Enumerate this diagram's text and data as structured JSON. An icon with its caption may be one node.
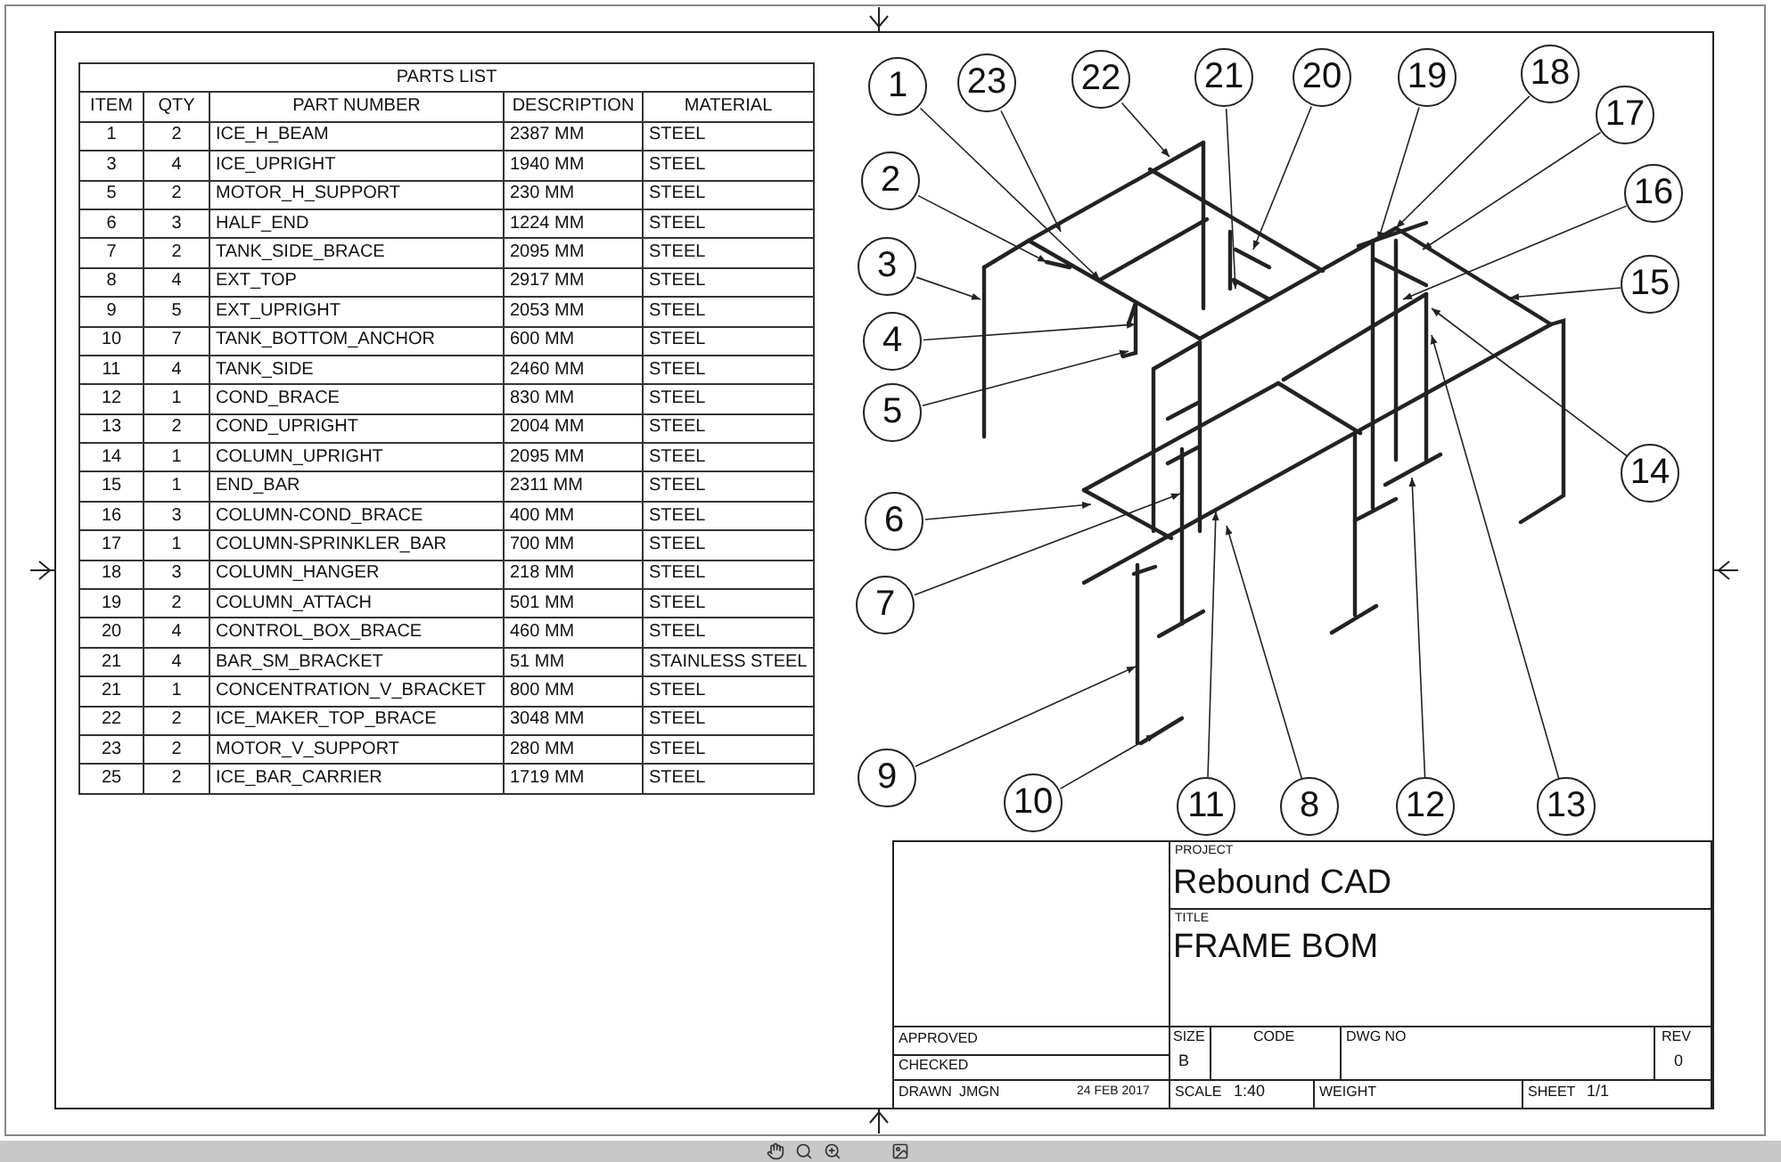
{
  "diagram": {
    "nodes": [
      {
        "text": [
          "1"
        ]
      },
      {
        "text": [
          "23"
        ]
      },
      {
        "text": [
          "22"
        ]
      },
      {
        "text": [
          "21"
        ]
      },
      {
        "text": [
          "20"
        ]
      },
      {
        "text": [
          "19"
        ]
      },
      {
        "text": [
          "18"
        ]
      },
      {
        "text": [
          "17"
        ]
      },
      {
        "text": [
          "2"
        ]
      },
      {
        "text": [
          "16"
        ]
      },
      {
        "text": [
          "3"
        ]
      },
      {
        "text": [
          "15"
        ]
      },
      {
        "text": [
          "4"
        ]
      },
      {
        "text": [
          "5"
        ]
      },
      {
        "text": [
          "14"
        ]
      },
      {
        "text": [
          "6"
        ]
      },
      {
        "text": [
          "7"
        ]
      },
      {
        "text": [
          "9"
        ]
      },
      {
        "text": [
          "10"
        ]
      },
      {
        "text": [
          "11"
        ]
      },
      {
        "text": [
          "8"
        ]
      },
      {
        "text": [
          "12"
        ]
      },
      {
        "text": [
          "13"
        ]
      }
    ],
    "edges": [
      {
        "from": 0,
        "to": null,
        "arrow": "to"
      },
      {
        "from": 1,
        "to": null,
        "arrow": "to"
      },
      {
        "from": 2,
        "to": null,
        "arrow": "to"
      },
      {
        "from": 3,
        "to": null,
        "arrow": "to"
      },
      {
        "from": 4,
        "to": null,
        "arrow": "to"
      },
      {
        "from": 5,
        "to": null,
        "arrow": "to"
      },
      {
        "from": 6,
        "to": null,
        "arrow": "to"
      },
      {
        "from": 7,
        "to": null,
        "arrow": "to"
      },
      {
        "from": 8,
        "to": null,
        "arrow": "to"
      },
      {
        "from": 9,
        "to": null,
        "arrow": "to"
      },
      {
        "from": 10,
        "to": null,
        "arrow": "to"
      },
      {
        "from": 11,
        "to": null,
        "arrow": "to"
      },
      {
        "from": 12,
        "to": null,
        "arrow": "to"
      },
      {
        "from": 13,
        "to": null,
        "arrow": "to"
      },
      {
        "from": 14,
        "to": null,
        "arrow": "to"
      },
      {
        "from": 15,
        "to": null,
        "arrow": "to"
      },
      {
        "from": 16,
        "to": null,
        "arrow": "to"
      },
      {
        "from": 17,
        "to": null,
        "arrow": "to"
      },
      {
        "from": 18,
        "to": null,
        "arrow": "to"
      },
      {
        "from": 19,
        "to": null,
        "arrow": "to"
      },
      {
        "from": 20,
        "to": null,
        "arrow": "to"
      },
      {
        "from": 21,
        "to": null,
        "arrow": "to"
      },
      {
        "from": 22,
        "to": null,
        "arrow": "to"
      }
    ],
    "labels": [
      "PARTS LIST",
      "ITEM",
      "QTY",
      "PART NUMBER",
      "DESCRIPTION",
      "MATERIAL",
      "1",
      "2",
      "ICE_H_BEAM",
      "2387 MM",
      "STEEL",
      "3",
      "4",
      "ICE_UPRIGHT",
      "1940 MM",
      "STEEL",
      "5",
      "2",
      "MOTOR_H_SUPPORT",
      "230 MM",
      "STEEL",
      "6",
      "3",
      "HALF_END",
      "1224 MM",
      "STEEL",
      "7",
      "2",
      "TANK_SIDE_BRACE",
      "2095 MM",
      "STEEL",
      "8",
      "4",
      "EXT_TOP",
      "2917 MM",
      "STEEL",
      "9",
      "5",
      "EXT_UPRIGHT",
      "2053 MM",
      "STEEL",
      "10",
      "7",
      "TANK_BOTTOM_ANCHOR",
      "600 MM",
      "STEEL",
      "11",
      "4",
      "TANK_SIDE",
      "2460 MM",
      "STEEL",
      "12",
      "1",
      "COND_BRACE",
      "830 MM",
      "STEEL",
      "13",
      "2",
      "COND_UPRIGHT",
      "2004 MM",
      "STEEL",
      "14",
      "1",
      "COLUMN_UPRIGHT",
      "2095 MM",
      "STEEL",
      "15",
      "1",
      "END_BAR",
      "2311 MM",
      "STEEL",
      "16",
      "3",
      "COLUMN-COND_BRACE",
      "400 MM",
      "STEEL",
      "17",
      "1",
      "COLUMN-SPRINKLER_BAR",
      "700 MM",
      "STEEL",
      "18",
      "3",
      "COLUMN_HANGER",
      "218 MM",
      "STEEL",
      "19",
      "2",
      "COLUMN_ATTACH",
      "501 MM",
      "STEEL",
      "20",
      "4",
      "CONTROL_BOX_BRACE",
      "460 MM",
      "STEEL",
      "21",
      "4",
      "BAR_SM_BRACKET",
      "51 MM",
      "STAINLESS STEEL",
      "21",
      "1",
      "CONCENTRATION_V_BRACKET",
      "800 MM",
      "STEEL",
      "22",
      "2",
      "ICE_MAKER_TOP_BRACE",
      "3048 MM",
      "STEEL",
      "23",
      "2",
      "MOTOR_V_SUPPORT",
      "280 MM",
      "STEEL",
      "25",
      "2",
      "ICE_BAR_CARRIER",
      "1719 MM",
      "STEEL",
      "PROJECT",
      "Rebound CAD",
      "TITLE",
      "FRAME BOM",
      "APPROVED",
      "SIZE",
      "CODE",
      "DWG NO",
      "REV",
      "CHECKED",
      "B",
      "0",
      "DRAWN",
      "JMGN",
      "24 FEB 2017",
      "SCALE",
      "1:40",
      "WEIGHT",
      "SHEET",
      "1/1"
    ]
  }
}
